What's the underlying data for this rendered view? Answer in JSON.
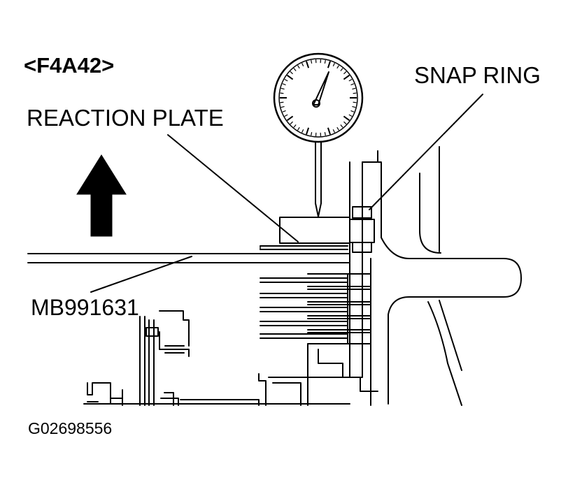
{
  "model_label": "<F4A42>",
  "labels": {
    "reaction_plate": "REACTION PLATE",
    "snap_ring": "SNAP RING",
    "tool": "MB991631"
  },
  "figure_id": "G02698556",
  "icons": {
    "dial_gauge": "dial-indicator-icon",
    "direction_arrow": "arrow-up-icon"
  },
  "colors": {
    "ink": "#000000",
    "paper": "#ffffff"
  }
}
